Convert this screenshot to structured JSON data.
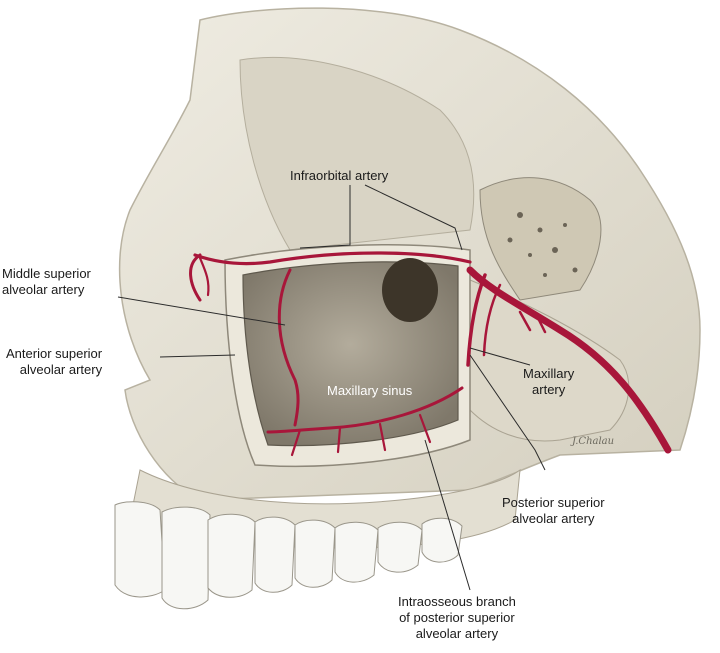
{
  "labels": {
    "infraorbital": "Infraorbital artery",
    "middle_superior": "Middle superior\nalveolar artery",
    "anterior_superior": "Anterior superior\nalveolar artery",
    "maxillary_sinus": "Maxillary sinus",
    "maxillary_artery": "Maxillary\nartery",
    "posterior_superior": "Posterior superior\nalveolar artery",
    "intraosseous": "Intraosseous branch\nof posterior superior\nalveolar artery"
  },
  "signature": "J.Chalau",
  "colors": {
    "bone": "#e7e3d6",
    "bone_shadow": "#c9c4b4",
    "sinus": "#9a9384",
    "artery": "#a8163a",
    "leader": "#2b2b2b",
    "tooth": "#f7f7f4"
  }
}
